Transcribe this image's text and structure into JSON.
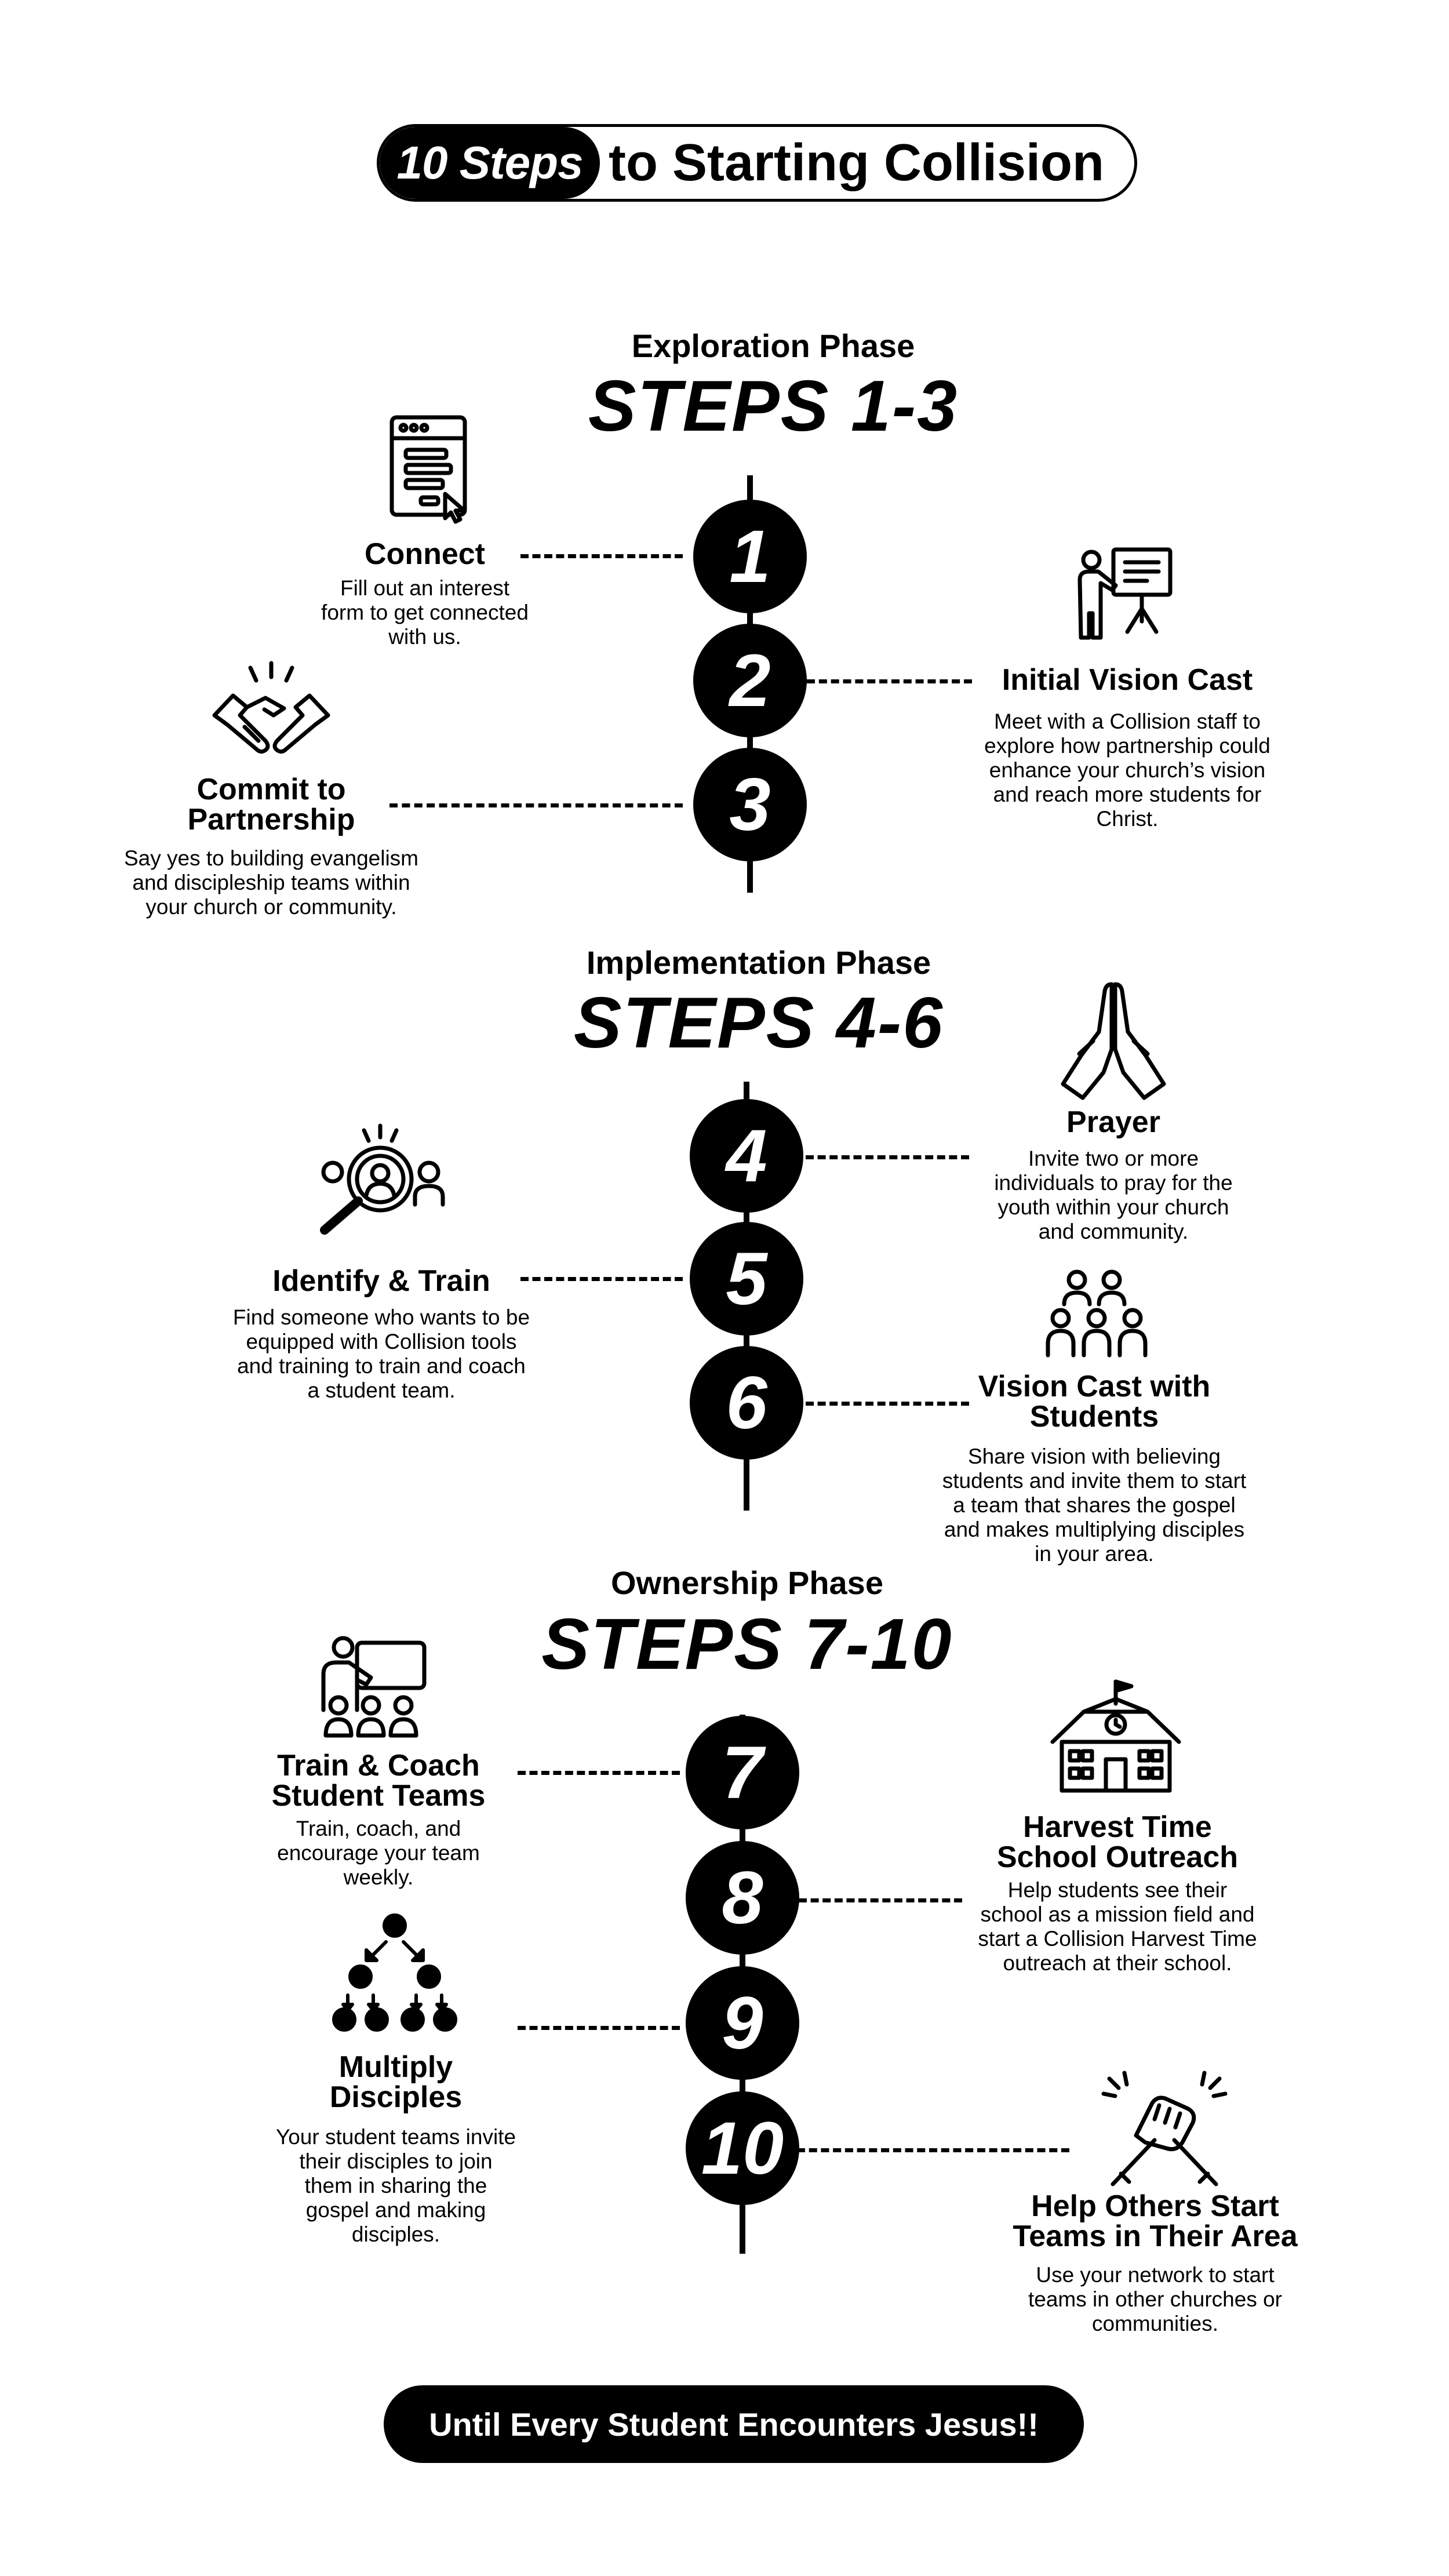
{
  "title": {
    "highlight": "10 Steps",
    "rest": "to Starting Collision"
  },
  "phases": [
    {
      "label": "Exploration Phase",
      "steps": "STEPS 1-3"
    },
    {
      "label": "Implementation Phase",
      "steps": "STEPS 4-6"
    },
    {
      "label": "Ownership Phase",
      "steps": "STEPS 7-10"
    }
  ],
  "steps": [
    {
      "number": "1",
      "title": "Connect",
      "description": "Fill out an interest form to get connected with us.",
      "icon": "form-click-icon"
    },
    {
      "number": "2",
      "title": "Initial Vision Cast",
      "description": "Meet with a Collision staff to explore how partnership could enhance your church’s vision and reach more students for Christ.",
      "icon": "presenter-icon"
    },
    {
      "number": "3",
      "title": "Commit to Partnership",
      "description": "Say yes to building evangelism and discipleship teams within your church or community.",
      "icon": "handshake-icon"
    },
    {
      "number": "4",
      "title": "Prayer",
      "description": "Invite two or more individuals to pray for the youth within your church and community.",
      "icon": "praying-hands-icon"
    },
    {
      "number": "5",
      "title": "Identify & Train",
      "description": "Find someone who wants to be equipped with Collision tools and training to train and coach a student team.",
      "icon": "search-person-icon"
    },
    {
      "number": "6",
      "title": "Vision Cast with Students",
      "description": "Share vision with believing students and invite them to start a team that shares the gospel and makes multiplying disciples in your area.",
      "icon": "group-icon"
    },
    {
      "number": "7",
      "title": "Train & Coach Student Teams",
      "description": "Train, coach, and encourage your team weekly.",
      "icon": "teacher-board-icon"
    },
    {
      "number": "8",
      "title": "Harvest Time School Outreach",
      "description": "Help students see their school as a mission field and start a Collision Harvest Time outreach at their school.",
      "icon": "school-icon"
    },
    {
      "number": "9",
      "title": "Multiply Disciples",
      "description": "Your student teams invite their disciples to join them in sharing the gospel and making disciples.",
      "icon": "multiply-tree-icon"
    },
    {
      "number": "10",
      "title": "Help Others Start Teams in Their Area",
      "description": "Use your network to start teams in other churches or communities.",
      "icon": "clasped-hands-icon"
    }
  ],
  "footer": "Until Every Student Encounters Jesus!!"
}
